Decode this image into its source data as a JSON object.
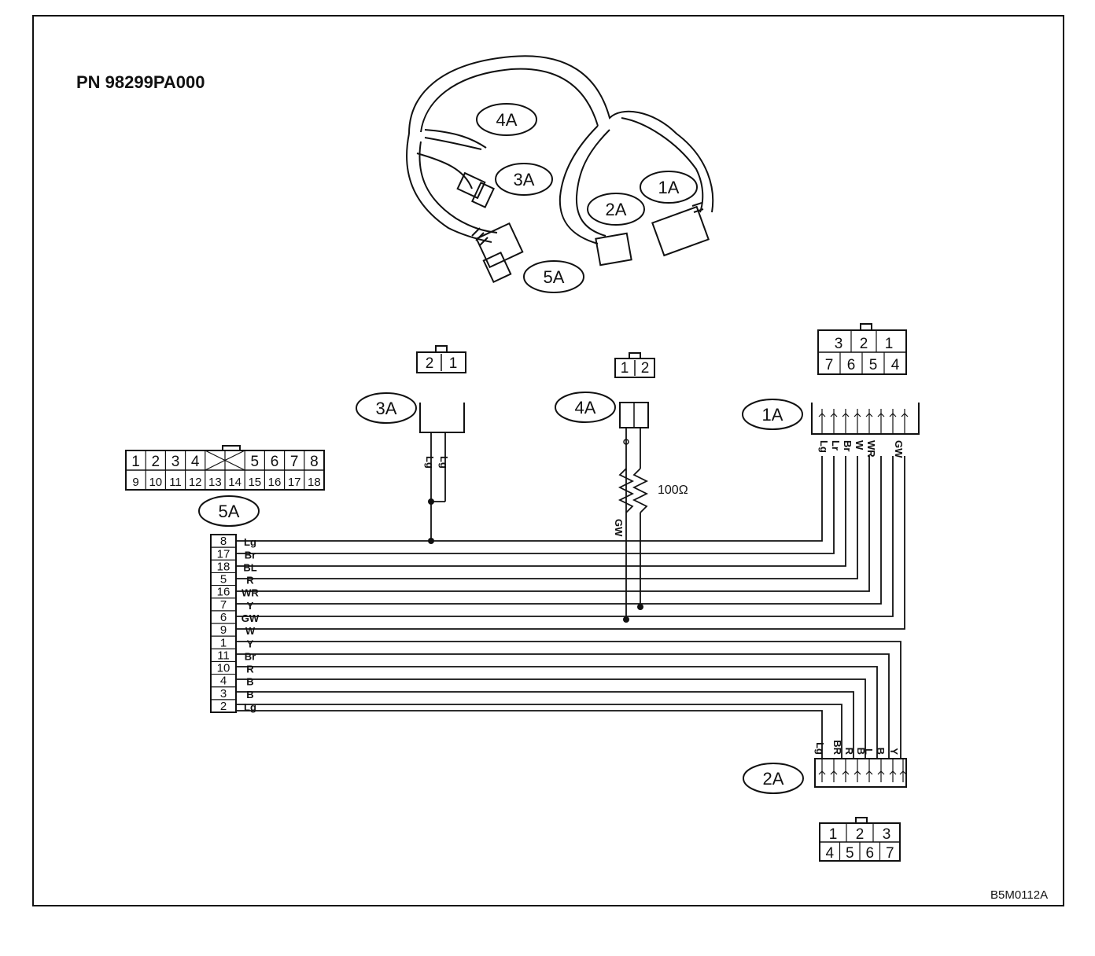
{
  "part_number": "PN  98299PA000",
  "figure_code": "B5M0112A",
  "connectors": {
    "c1A": {
      "label": "1A",
      "pins_top": [
        "3",
        "2",
        "1"
      ],
      "pins_bottom": [
        "7",
        "6",
        "5",
        "4"
      ],
      "wires": [
        "Lg",
        "Lr",
        "Br",
        "W",
        "WR",
        "GW"
      ]
    },
    "c2A": {
      "label": "2A",
      "pins_top": [
        "1",
        "2",
        "3"
      ],
      "pins_bottom": [
        "4",
        "5",
        "6",
        "7"
      ],
      "wires": [
        "Lg",
        "BR",
        "R",
        "B",
        "L",
        "B",
        "Y"
      ]
    },
    "c3A": {
      "label": "3A",
      "pins": [
        "2",
        "1"
      ],
      "wires": [
        "Lg",
        "Lg"
      ]
    },
    "c4A": {
      "label": "4A",
      "pins": [
        "1",
        "2"
      ],
      "wire": "GW"
    },
    "c5A": {
      "label": "5A",
      "pins_top": [
        "1",
        "2",
        "3",
        "4",
        "5",
        "6",
        "7",
        "8"
      ],
      "pins_bottom": [
        "9",
        "10",
        "11",
        "12",
        "13",
        "14",
        "15",
        "16",
        "17",
        "18"
      ],
      "rows": [
        {
          "pin": "8",
          "wire": "Lg"
        },
        {
          "pin": "17",
          "wire": "Br"
        },
        {
          "pin": "18",
          "wire": "BL"
        },
        {
          "pin": "5",
          "wire": "R"
        },
        {
          "pin": "16",
          "wire": "WR"
        },
        {
          "pin": "7",
          "wire": "Y"
        },
        {
          "pin": "6",
          "wire": "GW"
        },
        {
          "pin": "9",
          "wire": "W"
        },
        {
          "pin": "1",
          "wire": "Y"
        },
        {
          "pin": "11",
          "wire": "Br"
        },
        {
          "pin": "10",
          "wire": "R"
        },
        {
          "pin": "4",
          "wire": "B"
        },
        {
          "pin": "3",
          "wire": "B"
        },
        {
          "pin": "2",
          "wire": "Lg"
        }
      ]
    }
  },
  "resistor": {
    "value": "100Ω"
  },
  "harness_labels": [
    "4A",
    "3A",
    "2A",
    "1A",
    "5A"
  ]
}
